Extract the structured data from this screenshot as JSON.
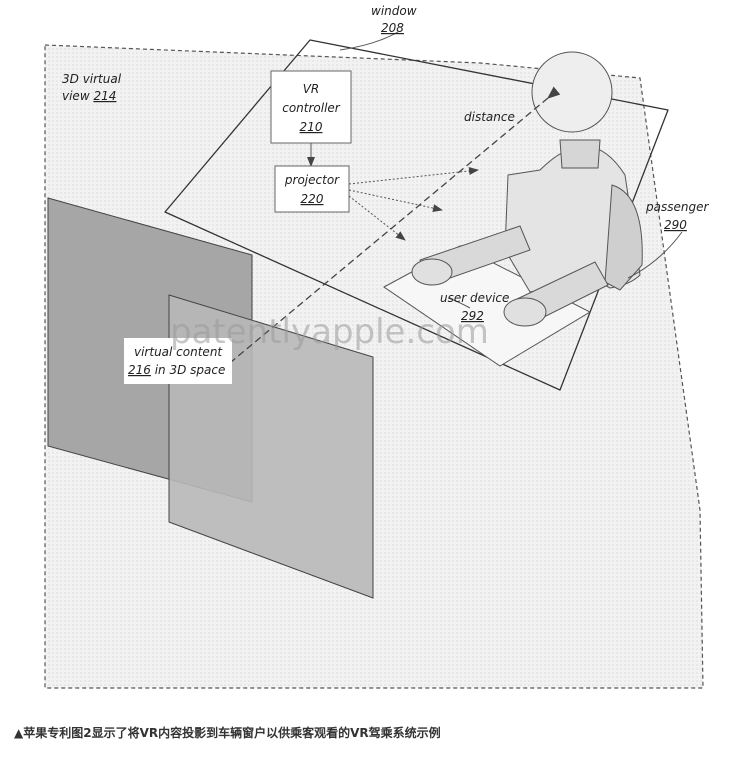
{
  "labels": {
    "window": "window",
    "window_num": "208",
    "view_line1": "3D virtual",
    "view_line2": "view",
    "view_num": "214",
    "vr_line1": "VR",
    "vr_line2": "controller",
    "vr_num": "210",
    "projector": "projector",
    "projector_num": "220",
    "distance": "distance",
    "passenger": "passenger",
    "passenger_num": "290",
    "user_device": "user device",
    "user_device_num": "292",
    "virtual_content": "virtual content",
    "virtual_content_num": "216",
    "virtual_content_tail": " in 3D space"
  },
  "watermark": "patentlyapple.com",
  "caption": "▲苹果专利图2显示了将VR内容投影到车辆窗户以供乘客观看的VR驾乘系统示例"
}
